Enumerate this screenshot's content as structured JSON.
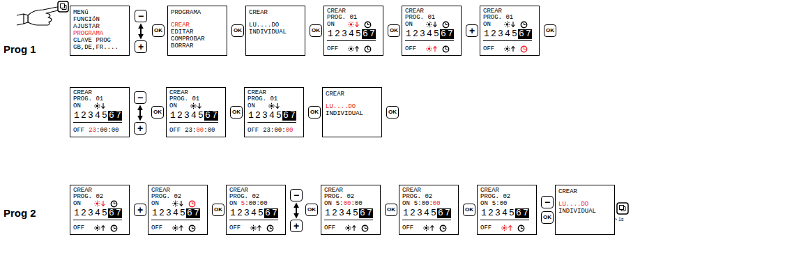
{
  "diagram": {
    "nodes": [
      {
        "text": [
          "MENú",
          "FUNCIóN",
          "AJUSTAR",
          "PROGRAMA",
          "CLAVE PROG",
          "GB,DE,FR...."
        ]
      },
      {
        "text": [
          "−"
        ]
      },
      {
        "text": [
          "+"
        ]
      },
      {
        "text": [
          "OK"
        ]
      },
      {
        "text": [
          "PROGRAMA",
          "CREAR",
          "EDITAR",
          "COMPROBAR",
          "BORRAR"
        ]
      },
      {
        "text": [
          "OK"
        ]
      },
      {
        "text": [
          "CREAR",
          "LU....DO",
          "INDIVIDUAL"
        ]
      },
      {
        "text": [
          "OK"
        ]
      },
      {
        "text": [
          "CREAR",
          "PROG. 01",
          "ON",
          "1",
          "2",
          "3",
          "4",
          "5",
          "6",
          "7",
          "OFF"
        ]
      },
      {
        "text": [
          "OK"
        ]
      },
      {
        "text": [
          "CREAR",
          "PROG. 01",
          "ON",
          "1",
          "2",
          "3",
          "4",
          "5",
          "6",
          "7",
          "OFF"
        ]
      },
      {
        "text": [
          "+"
        ]
      },
      {
        "text": [
          "CREAR",
          "PROG. 01",
          "ON",
          "1",
          "2",
          "3",
          "4",
          "5",
          "6",
          "7",
          "OFF"
        ]
      },
      {
        "text": [
          "OK"
        ]
      },
      {
        "text": [
          "CREAR",
          "PROG. 01",
          "ON",
          "1",
          "2",
          "3",
          "4",
          "5",
          "6",
          "7",
          "OFF",
          "23",
          ":",
          "00",
          ":",
          "00"
        ]
      },
      {
        "text": [
          "−"
        ]
      },
      {
        "text": [
          "+"
        ]
      },
      {
        "text": [
          "OK"
        ]
      },
      {
        "text": [
          "CREAR",
          "PROG. 01",
          "ON",
          "1",
          "2",
          "3",
          "4",
          "5",
          "6",
          "7",
          "OFF",
          "23",
          ":",
          "00",
          ":",
          "00"
        ]
      },
      {
        "text": [
          "OK"
        ]
      },
      {
        "text": [
          "CREAR",
          "PROG. 01",
          "ON",
          "1",
          "2",
          "3",
          "4",
          "5",
          "6",
          "7",
          "OFF",
          "23",
          ":",
          "00",
          ":",
          "00"
        ]
      },
      {
        "text": [
          "OK"
        ]
      },
      {
        "text": [
          "CREAR",
          "LU....DO",
          "INDIVIDUAL"
        ]
      },
      {
        "text": [
          "OK"
        ]
      },
      {
        "text": [
          "CREAR",
          "PROG. 02",
          "ON",
          "1",
          "2",
          "3",
          "4",
          "5",
          "6",
          "7",
          "OFF"
        ]
      },
      {
        "text": [
          "+"
        ]
      },
      {
        "text": [
          "CREAR",
          "PROG. 02",
          "ON",
          "1",
          "2",
          "3",
          "4",
          "5",
          "6",
          "7",
          "OFF"
        ]
      },
      {
        "text": [
          "OK"
        ]
      },
      {
        "text": [
          "CREAR",
          "PROG. 02",
          "ON",
          "5",
          ":",
          "00",
          ":",
          "00",
          "1",
          "2",
          "3",
          "4",
          "5",
          "6",
          "7",
          "OFF"
        ]
      },
      {
        "text": [
          "−"
        ]
      },
      {
        "text": [
          "+"
        ]
      },
      {
        "text": [
          "OK"
        ]
      },
      {
        "text": [
          "CREAR",
          "PROG. 02",
          "ON",
          "5",
          ":",
          "00",
          ":",
          "00",
          "1",
          "2",
          "3",
          "4",
          "5",
          "6",
          "7",
          "OFF"
        ]
      },
      {
        "text": [
          "OK"
        ]
      },
      {
        "text": [
          "CREAR",
          "PROG. 02",
          "ON",
          "5",
          ":",
          "00",
          ":",
          "00",
          "1",
          "2",
          "3",
          "4",
          "5",
          "6",
          "7",
          "OFF"
        ]
      },
      {
        "text": [
          "OK"
        ]
      },
      {
        "text": [
          "CREAR",
          "PROG. 02",
          "ON",
          "5",
          ":",
          "00",
          "1",
          "2",
          "3",
          "4",
          "5",
          "6",
          "7",
          "OFF"
        ]
      },
      {
        "text": [
          "−"
        ]
      },
      {
        "text": [
          "OK"
        ]
      },
      {
        "text": [
          "CREAR",
          "LU....DO",
          "INDIVIDUAL"
        ]
      }
    ],
    "edges": [
      {
        "from": 1,
        "to": 2,
        "arrow": "both"
      },
      {
        "from": 15,
        "to": 16,
        "arrow": "both"
      },
      {
        "from": 29,
        "to": 30,
        "arrow": "both"
      }
    ],
    "labels": [
      "Prog 1",
      "Prog 2",
      "> 1s"
    ]
  }
}
